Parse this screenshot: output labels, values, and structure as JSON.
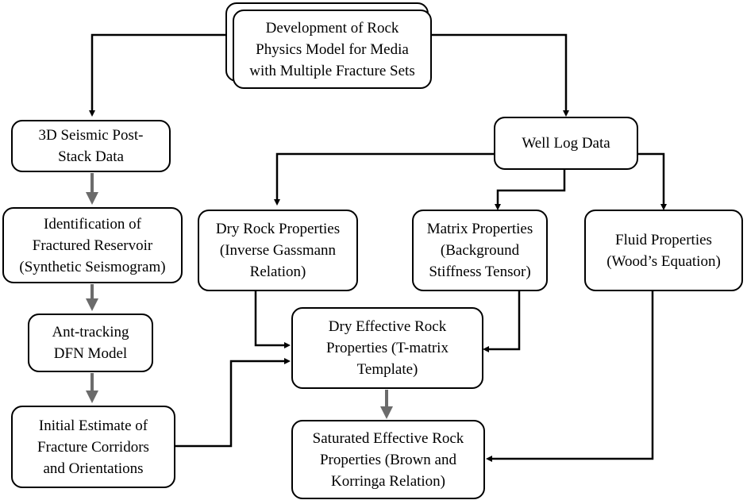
{
  "diagram": {
    "nodes": {
      "development": "Development of Rock\nPhysics Model for Media\nwith Multiple Fracture Sets",
      "seismic": "3D Seismic Post-\nStack Data",
      "identification": "Identification of\nFractured Reservoir\n(Synthetic Seismogram)",
      "anttracking": "Ant-tracking\nDFN Model",
      "initial": "Initial Estimate of\nFracture Corridors\nand Orientations",
      "welllog": "Well Log Data",
      "dryrock": "Dry Rock Properties\n(Inverse Gassmann\nRelation)",
      "matrix": "Matrix Properties\n(Background\nStiffness Tensor)",
      "fluid": "Fluid Properties\n(Wood’s Equation)",
      "dryeffective": "Dry Effective Rock\nProperties (T-matrix\nTemplate)",
      "saturated": "Saturated Effective Rock\nProperties (Brown and\nKorringa Relation)"
    },
    "colors": {
      "black_arrow": "#000000",
      "gray_arrow": "#6b6b6b"
    }
  }
}
